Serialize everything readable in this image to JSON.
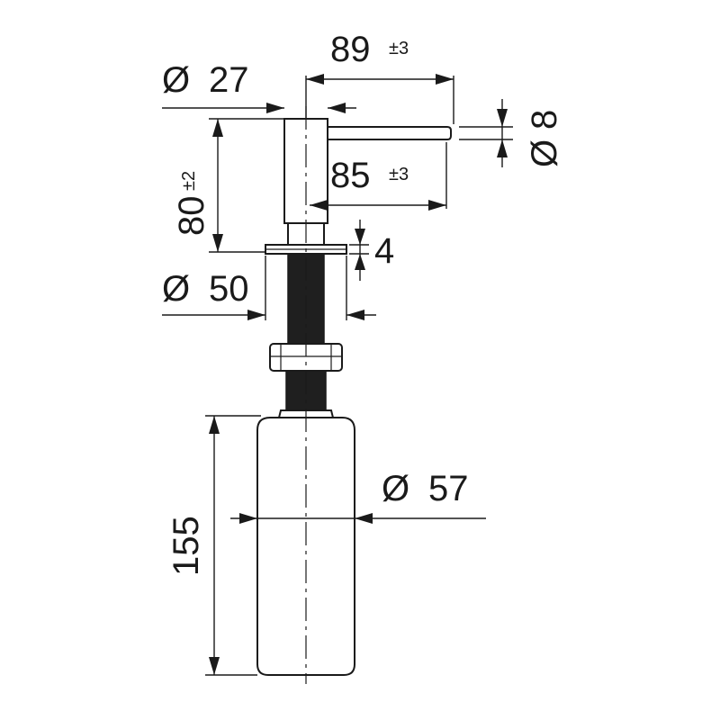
{
  "dimensions": {
    "spout_length": {
      "value": "89",
      "tolerance": "±3"
    },
    "pump_diameter": {
      "symbol": "Ø",
      "value": "27"
    },
    "spout_tip_diameter": {
      "symbol": "Ø",
      "value": "8"
    },
    "spout_reach": {
      "value": "85",
      "tolerance": "±3"
    },
    "pump_height": {
      "value": "80",
      "tolerance": "±2"
    },
    "flange_thickness": {
      "value": "4"
    },
    "flange_diameter": {
      "symbol": "Ø",
      "value": "50"
    },
    "bottle_diameter": {
      "symbol": "Ø",
      "value": "57"
    },
    "bottle_height": {
      "value": "155"
    }
  }
}
